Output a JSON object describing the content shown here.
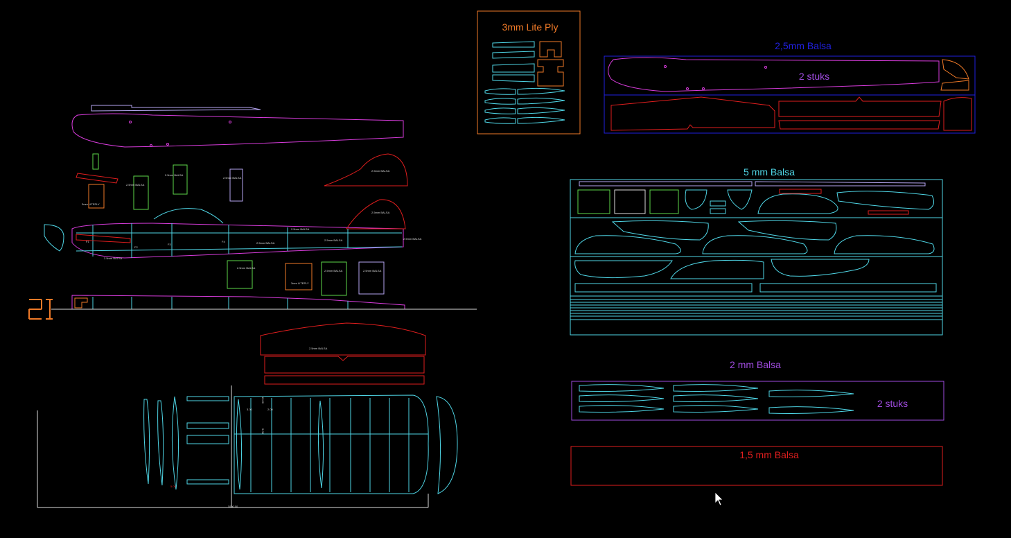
{
  "colors": {
    "background": "#000000",
    "cyan": "#4fd6e6",
    "magenta": "#d83cdc",
    "orange": "#f07a28",
    "red": "#e01e1e",
    "blue": "#2020e0",
    "violet": "#a04ce0",
    "green": "#5ed84a",
    "white": "#dcdcdc",
    "lavender": "#b6a6f2"
  },
  "sheets": {
    "lite_ply": {
      "title": "3mm Lite Ply"
    },
    "balsa_25": {
      "title": "2,5mm Balsa",
      "count": "2 stuks"
    },
    "balsa_5": {
      "title": "5 mm Balsa"
    },
    "balsa_2": {
      "title": "2 mm Balsa",
      "count": "2 stuks"
    },
    "balsa_15": {
      "title": "1,5 mm Balsa"
    }
  },
  "dimensions": {
    "span": "1000.00",
    "d1": "3.00",
    "d2": "2.00",
    "d3": "10.00",
    "d4": "5.00",
    "d5": "5.00"
  },
  "part_labels": {
    "balsa": "2.5mm BALSA",
    "ply": "3mm LITEPLY",
    "f1": "F1",
    "f2": "F2",
    "f3": "F3",
    "f4": "F4"
  },
  "icons": {
    "cursor": "mouse-pointer-icon"
  }
}
